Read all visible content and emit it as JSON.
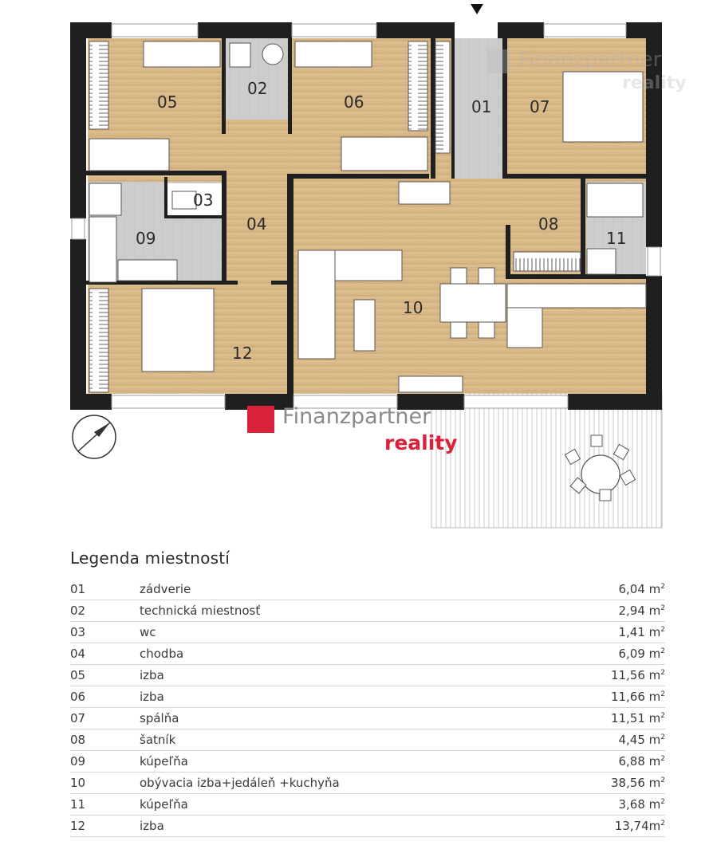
{
  "plan": {
    "room_labels": [
      "05",
      "02",
      "06",
      "01",
      "07",
      "03",
      "04",
      "08",
      "11",
      "09",
      "10",
      "12"
    ],
    "colors": {
      "wall": "#1f1f1f",
      "wood": "#d9b98a",
      "tile": "#cfcfcf",
      "window": "#ffffff",
      "entrance": "#111111"
    },
    "icons": [
      "entrance-arrow-icon",
      "north-compass-icon"
    ]
  },
  "watermark": {
    "brand": "Finanzpartner",
    "sub": "reality",
    "logo_color": "#d9213c"
  },
  "legend": {
    "title": "Legenda miestností",
    "rows": [
      {
        "num": "01",
        "name": "zádverie",
        "area": "6,04 m",
        "sup": "2"
      },
      {
        "num": "02",
        "name": "technická miestnosť",
        "area": "2,94 m",
        "sup": "2"
      },
      {
        "num": "03",
        "name": "wc",
        "area": "1,41 m",
        "sup": "2"
      },
      {
        "num": "04",
        "name": "chodba",
        "area": "6,09 m",
        "sup": "2"
      },
      {
        "num": "05",
        "name": "izba",
        "area": "11,56 m",
        "sup": "2"
      },
      {
        "num": "06",
        "name": "izba",
        "area": "11,66 m",
        "sup": "2"
      },
      {
        "num": "07",
        "name": "spálňa",
        "area": "11,51 m",
        "sup": "2"
      },
      {
        "num": "08",
        "name": "šatník",
        "area": "4,45 m",
        "sup": "2"
      },
      {
        "num": "09",
        "name": "kúpeľňa",
        "area": "6,88 m",
        "sup": "2"
      },
      {
        "num": "10",
        "name": "obývacia izba+jedáleň +kuchyňa",
        "area": "38,56 m",
        "sup": "2"
      },
      {
        "num": "11",
        "name": "kúpeľňa",
        "area": "3,68 m",
        "sup": "2"
      },
      {
        "num": "12",
        "name": "izba",
        "area": "13,74m",
        "sup": "2"
      }
    ]
  }
}
